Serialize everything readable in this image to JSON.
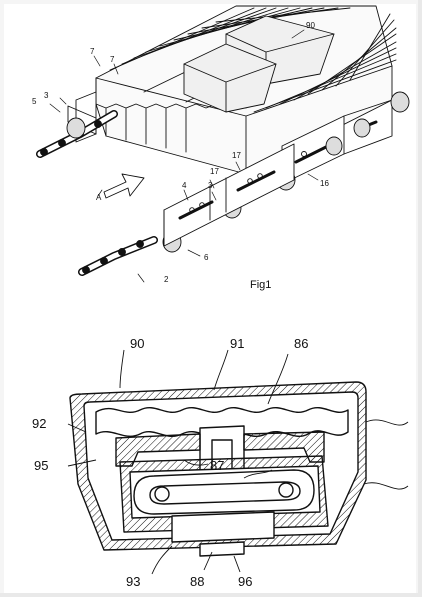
{
  "figures": [
    {
      "id": "fig1",
      "caption": "Fig1",
      "labels": [
        "90",
        "7",
        "7",
        "3",
        "5",
        "A",
        "17",
        "17",
        "4",
        "3",
        "16",
        "6",
        "2"
      ]
    },
    {
      "id": "section-view",
      "labels": [
        "90",
        "91",
        "86",
        "92",
        "95",
        "87",
        "93",
        "88",
        "96"
      ]
    }
  ],
  "colors": {
    "ink": "#111111",
    "paper": "#ffffff",
    "frame": "#f5f5f5"
  }
}
